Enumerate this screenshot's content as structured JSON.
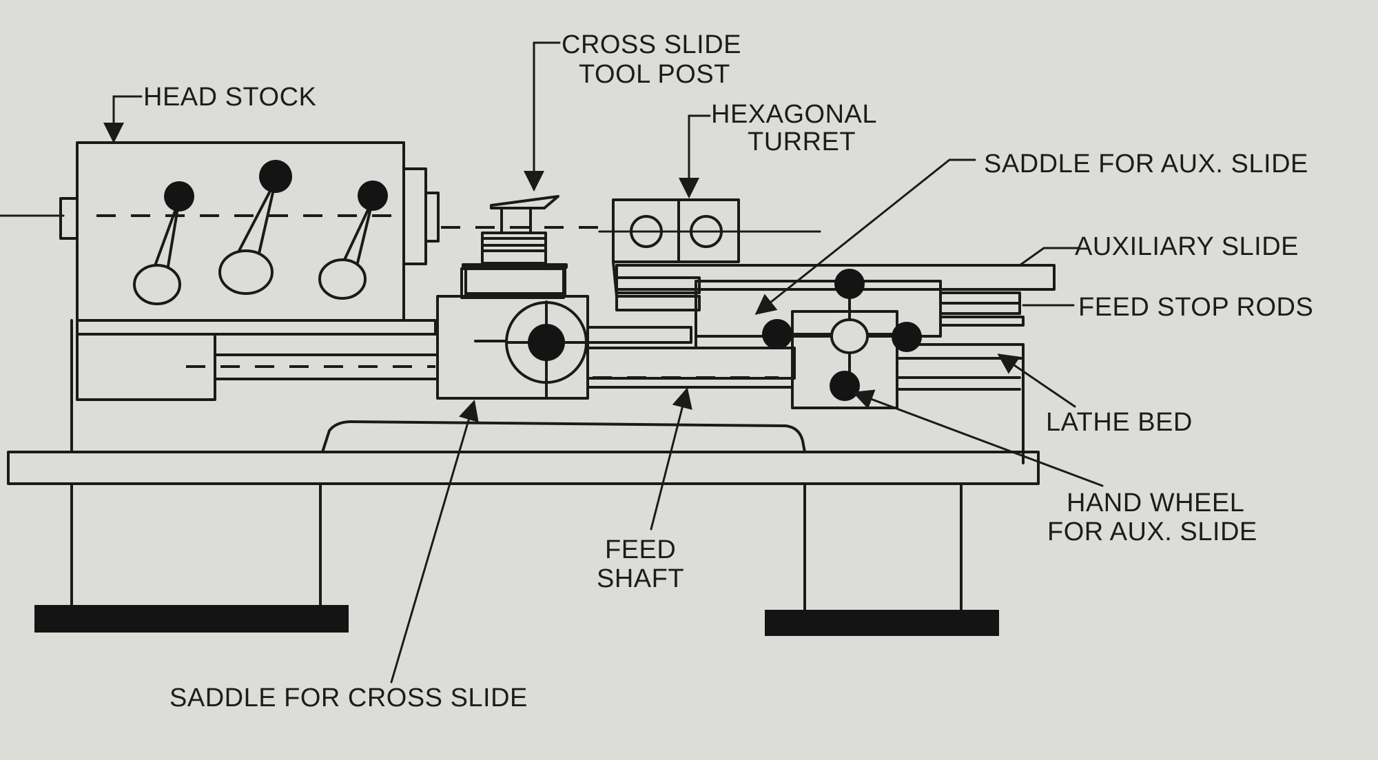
{
  "labels": {
    "head_stock": "HEAD STOCK",
    "cross_slide_tool_post_1": "CROSS SLIDE",
    "cross_slide_tool_post_2": "TOOL POST",
    "hexagonal_turret_1": "HEXAGONAL",
    "hexagonal_turret_2": "TURRET",
    "saddle_aux_slide": "SADDLE FOR AUX. SLIDE",
    "auxiliary_slide": "AUXILIARY SLIDE",
    "feed_stop_rods": "FEED STOP RODS",
    "lathe_bed": "LATHE BED",
    "hand_wheel_1": "HAND WHEEL",
    "hand_wheel_2": "FOR AUX. SLIDE",
    "feed_shaft_1": "FEED",
    "feed_shaft_2": "SHAFT",
    "saddle_cross_slide": "SADDLE FOR CROSS SLIDE"
  }
}
